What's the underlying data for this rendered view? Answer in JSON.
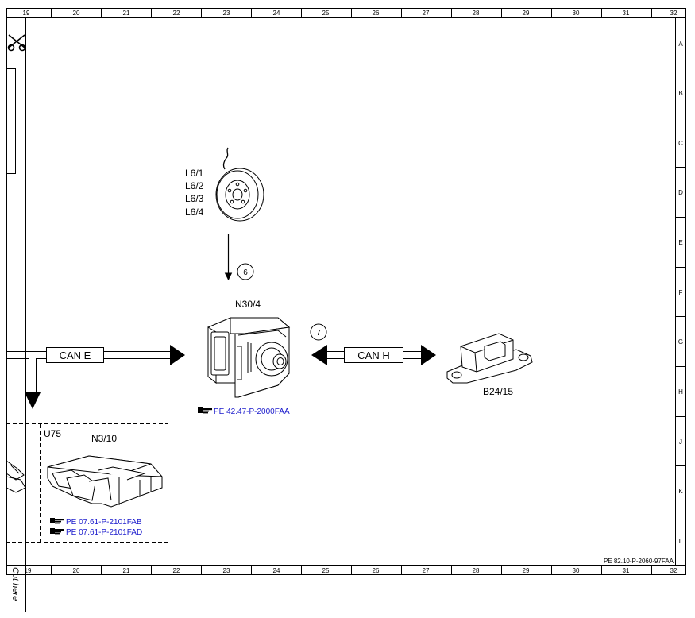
{
  "ruler": {
    "columns": [
      "19",
      "20",
      "21",
      "22",
      "23",
      "24",
      "25",
      "26",
      "27",
      "28",
      "29",
      "30",
      "31",
      "32"
    ],
    "rows": [
      "A",
      "B",
      "C",
      "D",
      "E",
      "F",
      "G",
      "H",
      "J",
      "K",
      "L"
    ]
  },
  "components": {
    "wheel_speed_sensors": [
      "L6/1",
      "L6/2",
      "L6/3",
      "L6/4"
    ],
    "abs_esp_unit": "N30/4",
    "yaw_rate_sensor": "B24/15",
    "module_group": "U75",
    "engine_control_unit": "N3/10"
  },
  "buses": {
    "can_e": "CAN E",
    "can_h": "CAN H"
  },
  "callouts": {
    "six": "6",
    "seven": "7"
  },
  "references": {
    "abs_unit_ref": "PE 42.47-P-2000FAA",
    "ecu_ref_1": "PE 07.61-P-2101FAB",
    "ecu_ref_2": "PE 07.61-P-2101FAD"
  },
  "document_id": "PE 82.10-P-2060-97FAA",
  "cut_label": "Cut here",
  "icons": {
    "scissors": "scissors-icon",
    "pointing_hand": "pointing-hand-icon"
  }
}
